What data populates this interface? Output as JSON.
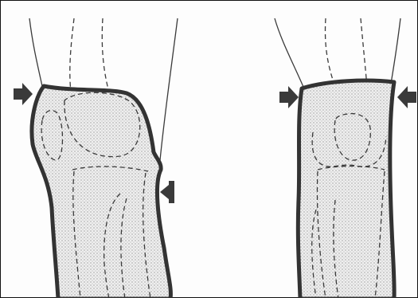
{
  "colors": {
    "ink": "#333333",
    "tissue_fill": "#e2e2e2",
    "background": "#fdfdfd"
  },
  "panels": [
    {
      "name": "left-knee-swollen",
      "arrows": 2
    },
    {
      "name": "right-knee-uniform",
      "arrows": 2
    }
  ]
}
